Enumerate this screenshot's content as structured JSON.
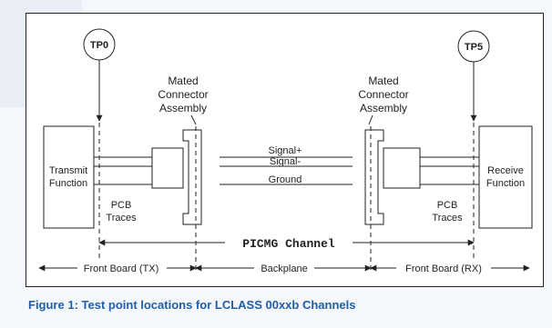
{
  "diagram": {
    "tp0_label": "TP0",
    "tp5_label": "TP5",
    "left_connector_label": [
      "Mated",
      "Connector",
      "Assembly"
    ],
    "right_connector_label": [
      "Mated",
      "Connector",
      "Assembly"
    ],
    "transmit_label": [
      "Transmit",
      "Function"
    ],
    "receive_label": [
      "Receive",
      "Function"
    ],
    "signal_plus": "Signal+",
    "signal_minus": "Signal-",
    "ground": "Ground",
    "left_pcb_label": [
      "PCB",
      "Traces"
    ],
    "right_pcb_label": [
      "PCB",
      "Traces"
    ],
    "channel_label": "PICMG Channel",
    "front_board_tx": "Front Board (TX)",
    "backplane": "Backplane",
    "front_board_rx": "Front Board (RX)"
  },
  "caption": "Figure 1: Test point locations for LCLASS 00xxb Channels"
}
